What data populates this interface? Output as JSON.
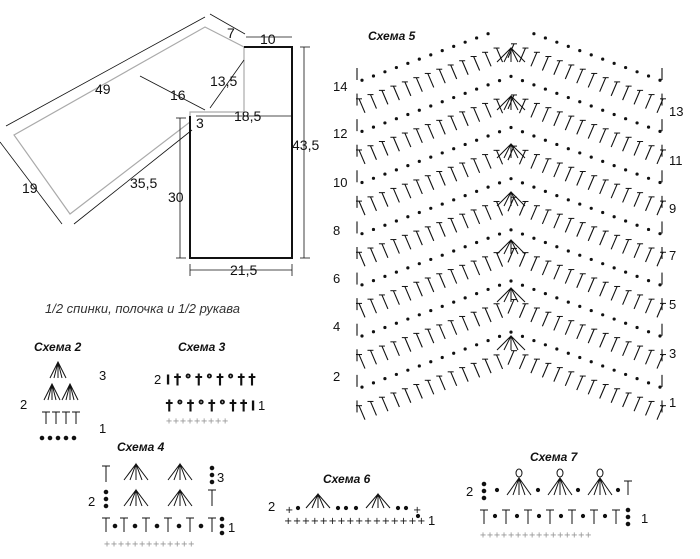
{
  "pattern": {
    "caption": "1/2 спинки, полочка и 1/2 рукава",
    "dims": {
      "d49": "49",
      "d7": "7",
      "d10": "10",
      "d13_5": "13,5",
      "d16": "16",
      "d3": "3",
      "d18_5": "18,5",
      "d43_5": "43,5",
      "d19": "19",
      "d35_5": "35,5",
      "d30": "30",
      "d21_5": "21,5"
    }
  },
  "schemes": {
    "s5": {
      "title": "Схема 5",
      "left_rows": [
        "14",
        "12",
        "10",
        "8",
        "6",
        "4",
        "2"
      ],
      "right_rows": [
        "13",
        "11",
        "9",
        "7",
        "5",
        "3",
        "1"
      ]
    },
    "s2": {
      "title": "Схема 2",
      "rows": [
        "3",
        "2",
        "1"
      ]
    },
    "s3": {
      "title": "Схема 3",
      "rows": [
        "2",
        "1"
      ]
    },
    "s4": {
      "title": "Схема 4",
      "rows": [
        "3",
        "2",
        "1"
      ]
    },
    "s6": {
      "title": "Схема 6",
      "rows": [
        "2",
        "1"
      ]
    },
    "s7": {
      "title": "Схема 7",
      "rows": [
        "2",
        "1"
      ]
    }
  }
}
